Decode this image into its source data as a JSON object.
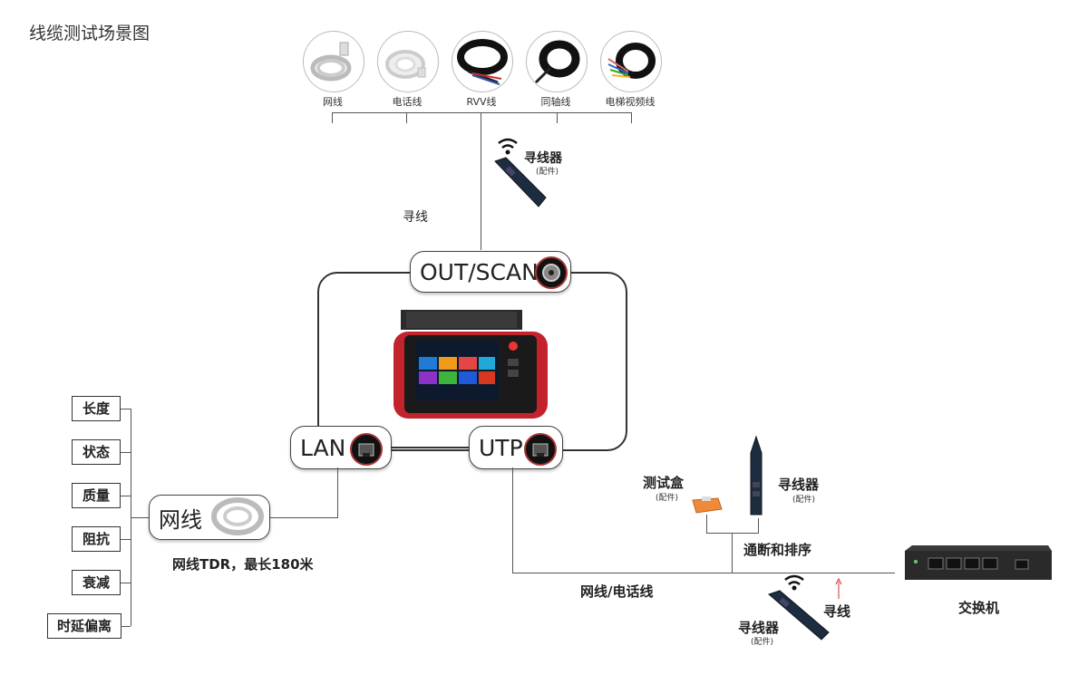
{
  "title": "线缆测试场景图",
  "cables": [
    {
      "label": "网线"
    },
    {
      "label": "电话线"
    },
    {
      "label": "RVV线"
    },
    {
      "label": "同轴线"
    },
    {
      "label": "电梯视频线"
    }
  ],
  "top_tracer": {
    "name": "寻线器",
    "note": "(配件)"
  },
  "search_label_top": "寻线",
  "ports": {
    "out_scan": "OUT/SCAN",
    "lan": "LAN",
    "utp": "UTP"
  },
  "network_cable_box": "网线",
  "tdr_caption": "网线TDR，最长180米",
  "tdr_items": [
    "长度",
    "状态",
    "质量",
    "阻抗",
    "衰减",
    "时延偏离"
  ],
  "test_box": {
    "name": "测试盒",
    "note": "(配件)"
  },
  "right_tracer": {
    "name": "寻线器",
    "note": "(配件)"
  },
  "continuity_label": "通断和排序",
  "line_label": "网线/电话线",
  "bottom_tracer": {
    "name": "寻线器",
    "note": "(配件)"
  },
  "search_label_bottom": "寻线",
  "switch_label": "交换机"
}
